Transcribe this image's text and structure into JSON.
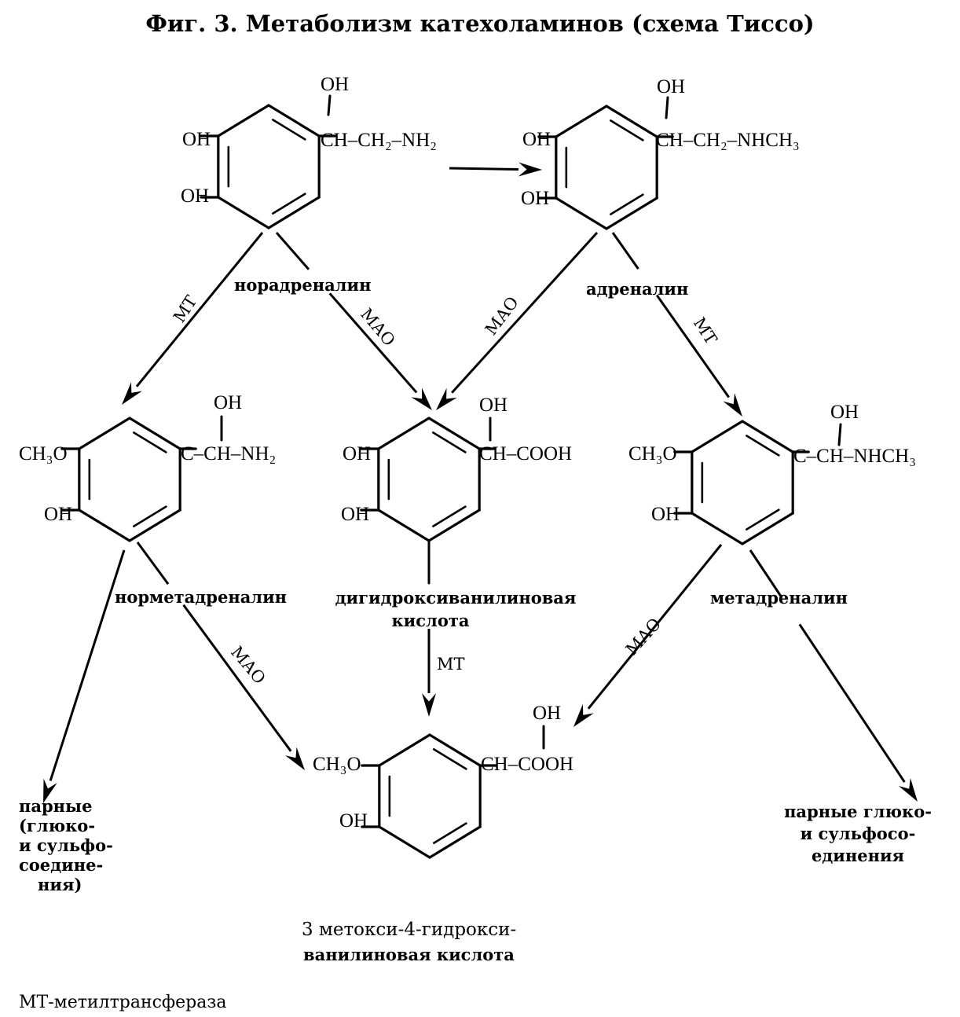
{
  "title": "Фиг. 3. Метаболизм катехоламинов (схема Тиссо)",
  "compounds": {
    "noradrenaline": {
      "name": "норадреналин",
      "substituents": {
        "top": "OH",
        "upper": "OH",
        "lower": "OH"
      },
      "chain": [
        "CH",
        "CH",
        "NH"
      ],
      "chain_text": "CH–CH₂–NH₂"
    },
    "adrenaline": {
      "name": "адреналин",
      "substituents": {
        "top": "OH",
        "upper": "OH",
        "lower": "OH"
      },
      "chain_text": "CH–CH₂–NHCH₃"
    },
    "normetadrenaline": {
      "name": "норметадреналин",
      "substituents": {
        "top": "OH",
        "upper": "CH₃O",
        "lower": "OH"
      },
      "chain_text": "C–CH–NH₂"
    },
    "dihydroxymandelic": {
      "name_line1": "дигидроксиванилиновая",
      "name_line2": "кислота",
      "substituents": {
        "top": "OH",
        "upper": "OH",
        "lower": "OH"
      },
      "chain_text": "CH–COOH"
    },
    "metadrenaline": {
      "name": "метадреналин",
      "substituents": {
        "top": "OH",
        "upper": "CH₃O",
        "lower": "OH"
      },
      "chain_text": "C–CH–NHCH₃"
    },
    "vma": {
      "name_line1": "3 метокси-4-гидрокси-",
      "name_line2": "ванилиновая кислота",
      "substituents": {
        "top": "OH",
        "upper": "CH₃O",
        "lower": "OH"
      },
      "chain_text": "CH–COOH"
    }
  },
  "conjugates_left": [
    "парные",
    "(глюко-",
    "и сульфо-",
    "соедине-",
    "ния)"
  ],
  "conjugates_right": [
    "парные глюко-",
    "и сульфосо-",
    "единения"
  ],
  "enzymes": {
    "mt": "МТ",
    "mao": "МАО"
  },
  "legend": "МТ-метилтрансфераза",
  "edges": [
    {
      "from": "noradrenaline",
      "to": "adrenaline",
      "enzyme": ""
    },
    {
      "from": "noradrenaline",
      "to": "normetadrenaline",
      "enzyme": "МТ"
    },
    {
      "from": "noradrenaline",
      "to": "dihydroxymandelic",
      "enzyme": "МАО"
    },
    {
      "from": "adrenaline",
      "to": "dihydroxymandelic",
      "enzyme": "МАО"
    },
    {
      "from": "adrenaline",
      "to": "metadrenaline",
      "enzyme": "МТ"
    },
    {
      "from": "dihydroxymandelic",
      "to": "vma",
      "enzyme": "МТ"
    },
    {
      "from": "normetadrenaline",
      "to": "vma",
      "enzyme": "МАО"
    },
    {
      "from": "metadrenaline",
      "to": "vma",
      "enzyme": "МАО"
    },
    {
      "from": "normetadrenaline",
      "to": "conjugates_left",
      "enzyme": ""
    },
    {
      "from": "metadrenaline",
      "to": "conjugates_right",
      "enzyme": ""
    }
  ]
}
